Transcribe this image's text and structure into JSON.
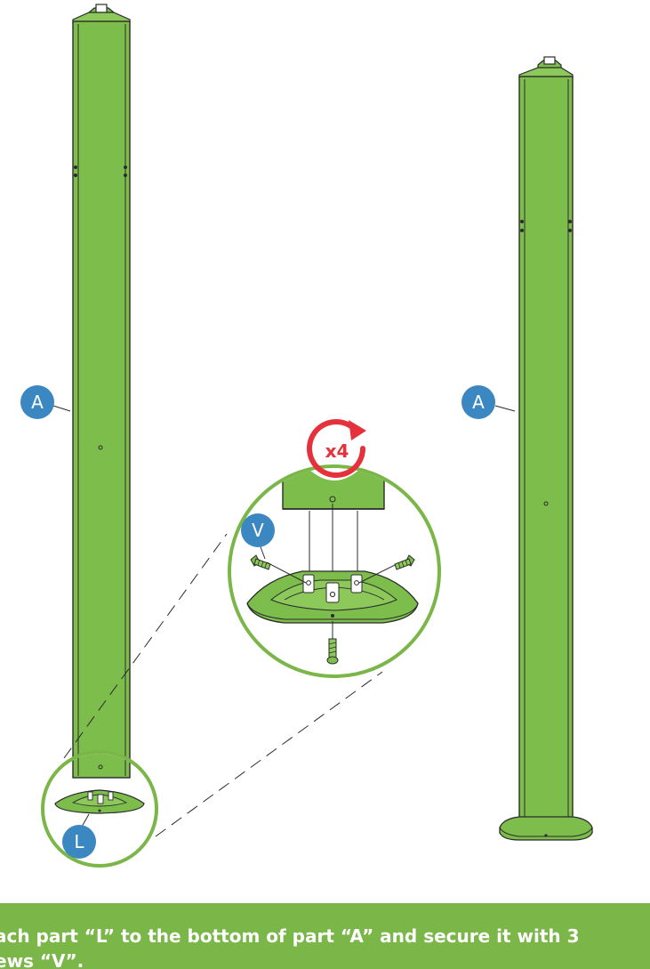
{
  "labels": {
    "part_a_left": "A",
    "part_a_right": "A",
    "part_l": "L",
    "part_v": "V"
  },
  "multiplier": "x4",
  "instruction": "ach part “L” to the bottom of part “A” and secure it with 3\news “V”.",
  "colors": {
    "part_green": "#7cbd4b",
    "part_green_dark": "#5e9a35",
    "outline": "#2b2b2b",
    "label_blue": "#3a87c1",
    "accent_red": "#e5313c",
    "banner_green": "#7ab648"
  },
  "icons": {
    "rotate": "rotate-arrow-icon"
  }
}
